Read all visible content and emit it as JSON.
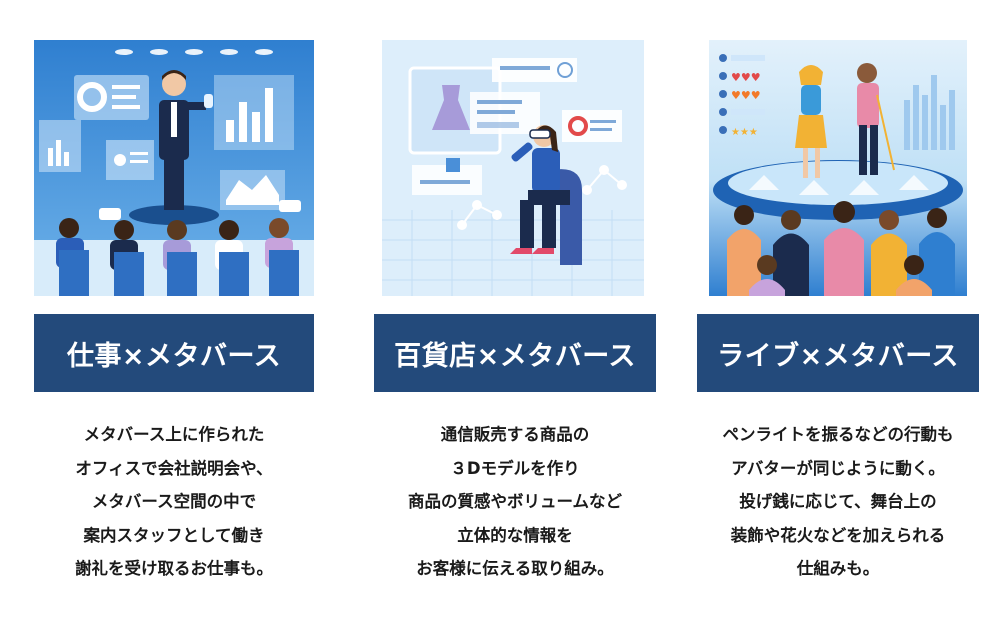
{
  "cards": [
    {
      "title": "仕事×メタバース",
      "lines": [
        "メタバース上に作られた",
        "オフィスで会社説明会や、",
        "メタバース空間の中で",
        "案内スタッフとして働き",
        "謝礼を受け取るお仕事も。"
      ],
      "illustration": "presenter-office-icon"
    },
    {
      "title": "百貨店×メタバース",
      "lines": [
        "通信販売する商品の",
        "３Dモデルを作り",
        "商品の質感やボリュームなど",
        "立体的な情報を",
        "お客様に伝える取り組み。"
      ],
      "illustration": "vr-shopping-icon"
    },
    {
      "title": "ライブ×メタバース",
      "lines": [
        "ペンライトを振るなどの行動も",
        "アバターが同じように動く。",
        "投げ銭に応じて、舞台上の",
        "装飾や花火などを加えられる",
        "仕組みも。"
      ],
      "illustration": "live-concert-icon"
    }
  ],
  "colors": {
    "banner": "#234a7b",
    "text": "#1a1a1a"
  }
}
